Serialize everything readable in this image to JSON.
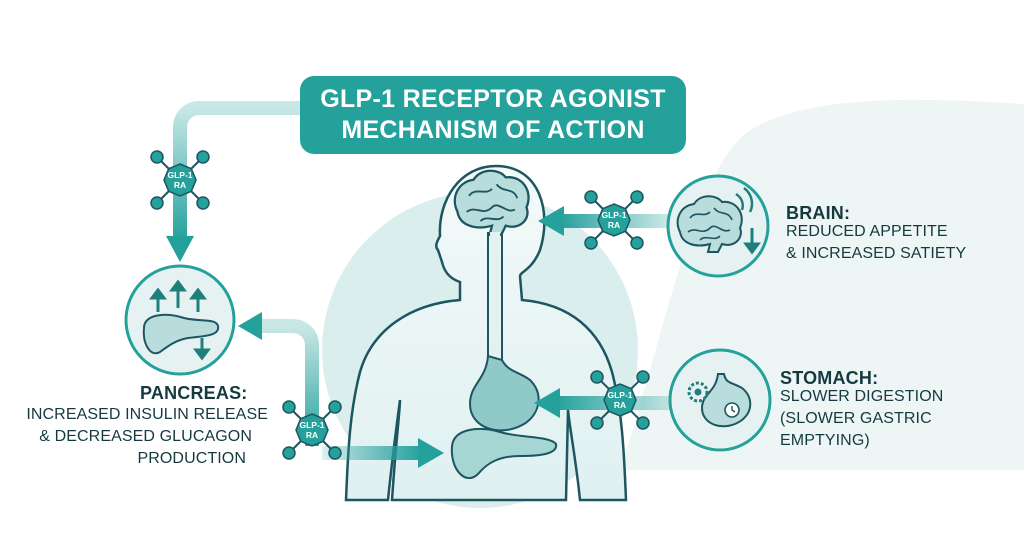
{
  "title": {
    "line1": "GLP-1 RECEPTOR AGONIST",
    "line2": "MECHANISM OF ACTION"
  },
  "molecule_label": {
    "line1": "GLP-1",
    "line2": "RA"
  },
  "brain": {
    "heading": "BRAIN:",
    "line1": "REDUCED APPETITE",
    "line2": "& INCREASED SATIETY"
  },
  "stomach": {
    "heading": "STOMACH:",
    "line1": "SLOWER DIGESTION",
    "line2": "(SLOWER GASTRIC EMPTYING)"
  },
  "pancreas": {
    "heading": "PANCREAS:",
    "line1": "INCREASED INSULIN RELEASE",
    "line2": "& DECREASED GLUCAGON",
    "line3": "PRODUCTION"
  },
  "colors": {
    "teal": "#25a19c",
    "dark_teal": "#1f7f7c",
    "light_teal": "#cfe7e7",
    "pale_teal": "#e6f2f2",
    "outline": "#1d5560",
    "text": "#143a40"
  }
}
